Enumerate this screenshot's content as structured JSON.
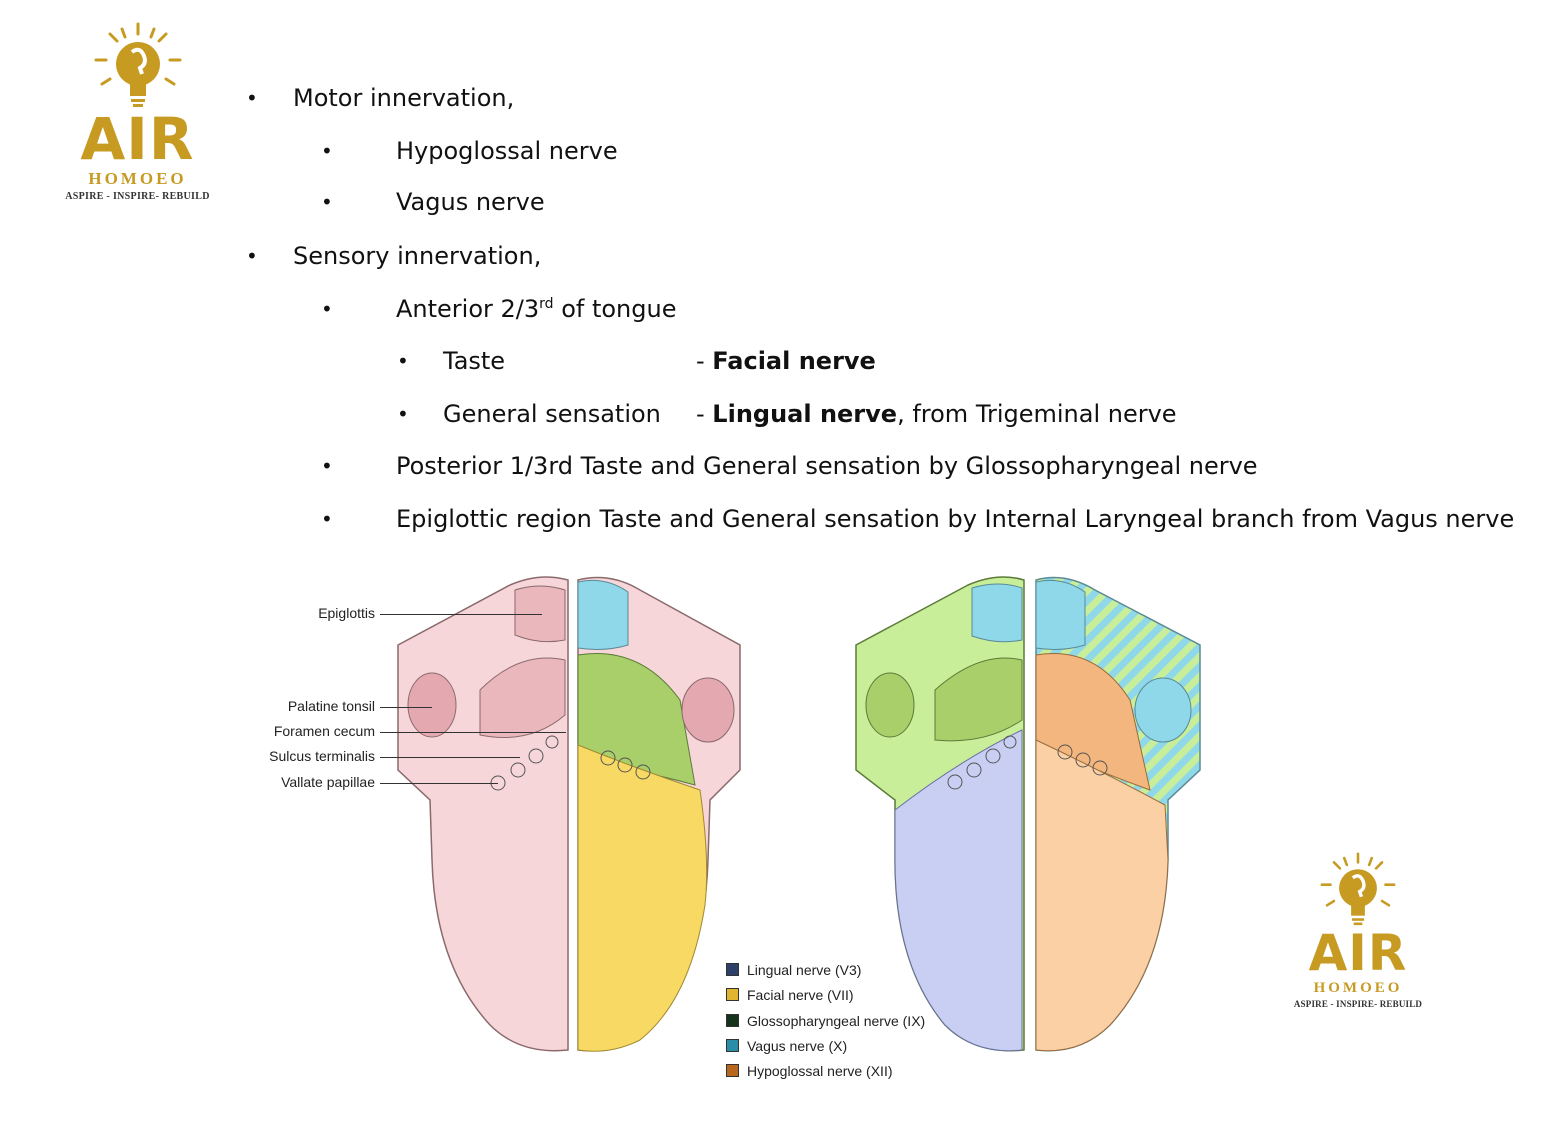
{
  "logo": {
    "brand": "AIR",
    "sub": "HOMOEO",
    "tagline": "ASPIRE - INSPIRE- REBUILD",
    "colors": {
      "gold": "#c79a22"
    }
  },
  "content": {
    "motor_heading": "Motor innervation,",
    "motor_items": [
      "Hypoglossal nerve",
      "Vagus nerve"
    ],
    "sensory_heading": "Sensory innervation,",
    "anterior_prefix": "Anterior 2/3",
    "anterior_sup": "rd",
    "anterior_suffix": " of tongue",
    "taste_label": "Taste",
    "taste_dash": "- ",
    "taste_value": "Facial nerve",
    "general_label": "General sensation",
    "general_dash": "- ",
    "general_value": "Lingual nerve",
    "general_suffix": ", from Trigeminal nerve",
    "posterior": "Posterior 1/3rd Taste and General sensation by Glossopharyngeal nerve",
    "epiglottic": "Epiglottic region Taste and General sensation by Internal Laryngeal branch from Vagus nerve"
  },
  "figure": {
    "labels": [
      "Epiglottis",
      "Palatine tonsil",
      "Foramen cecum",
      "Sulcus terminalis",
      "Vallate papillae"
    ],
    "legend": [
      {
        "label": "Lingual nerve (V3)",
        "color": "#2e3f6a"
      },
      {
        "label": "Facial nerve (VII)",
        "color": "#e0b530"
      },
      {
        "label": "Glossopharyngeal nerve (IX)",
        "color": "#14331a"
      },
      {
        "label": "Vagus nerve (X)",
        "color": "#2a8ea6"
      },
      {
        "label": "Hypoglossal nerve (XII)",
        "color": "#b8671e"
      }
    ]
  }
}
